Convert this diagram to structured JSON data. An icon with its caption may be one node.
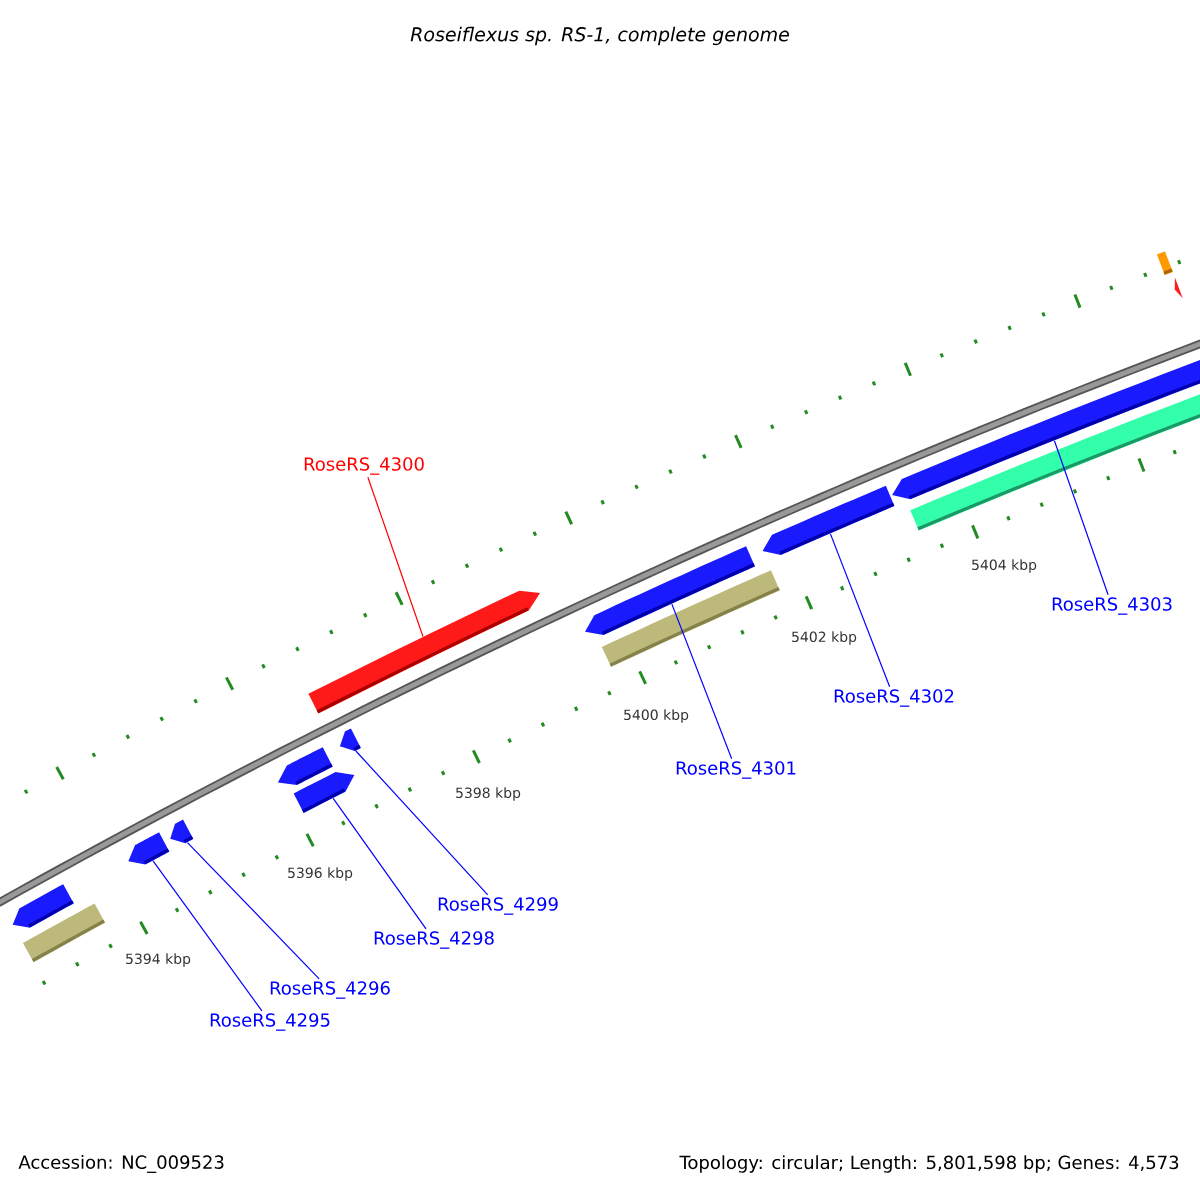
{
  "diagram": {
    "title": "Roseiflexus sp. RS-1, complete genome",
    "nodes": [
      {
        "text": [],
        "shape": "pentagon"
      },
      {
        "text": [],
        "shape": "bar"
      },
      {
        "text": [],
        "shape": "pentagon"
      },
      {
        "text": [],
        "shape": "pentagon"
      },
      {
        "text": [],
        "shape": "pentagon"
      },
      {
        "text": [],
        "shape": "pentagon"
      },
      {
        "text": [],
        "shape": "pentagon"
      },
      {
        "text": [],
        "shape": "pentagon"
      },
      {
        "text": [],
        "shape": "pentagon"
      },
      {
        "text": [],
        "shape": "bar"
      },
      {
        "text": [],
        "shape": "pentagon"
      },
      {
        "text": [],
        "shape": "pentagon"
      },
      {
        "text": [],
        "shape": "bar"
      },
      {
        "text": [],
        "shape": "bar"
      },
      {
        "text": [],
        "shape": "pentagon"
      },
      {
        "text": [
          "RoseRS_4300"
        ]
      },
      {
        "text": [
          "RoseRS_4295"
        ]
      },
      {
        "text": [
          "RoseRS_4296"
        ]
      },
      {
        "text": [
          "RoseRS_4298"
        ]
      },
      {
        "text": [
          "RoseRS_4299"
        ]
      },
      {
        "text": [
          "RoseRS_4301"
        ]
      },
      {
        "text": [
          "RoseRS_4302"
        ]
      },
      {
        "text": [
          "RoseRS_4303"
        ]
      }
    ],
    "edges": [
      {
        "from": 15,
        "to": 7,
        "arrow": "none",
        "color": "#ff0000"
      },
      {
        "from": 16,
        "to": 2,
        "arrow": "none"
      },
      {
        "from": 17,
        "to": 3,
        "arrow": "none"
      },
      {
        "from": 18,
        "to": 6,
        "arrow": "none"
      },
      {
        "from": 19,
        "to": 5,
        "arrow": "none"
      },
      {
        "from": 20,
        "to": 8,
        "arrow": "none"
      },
      {
        "from": 21,
        "to": 10,
        "arrow": "none"
      },
      {
        "from": 22,
        "to": 11,
        "arrow": "none"
      }
    ],
    "labels": [
      "5394 kbp",
      "5396 kbp",
      "5398 kbp",
      "5400 kbp",
      "5402 kbp",
      "5404 kbp",
      "Accession: NC_009523",
      "Topology: circular; Length: 5,801,598 bp; Genes: 4,573"
    ]
  }
}
